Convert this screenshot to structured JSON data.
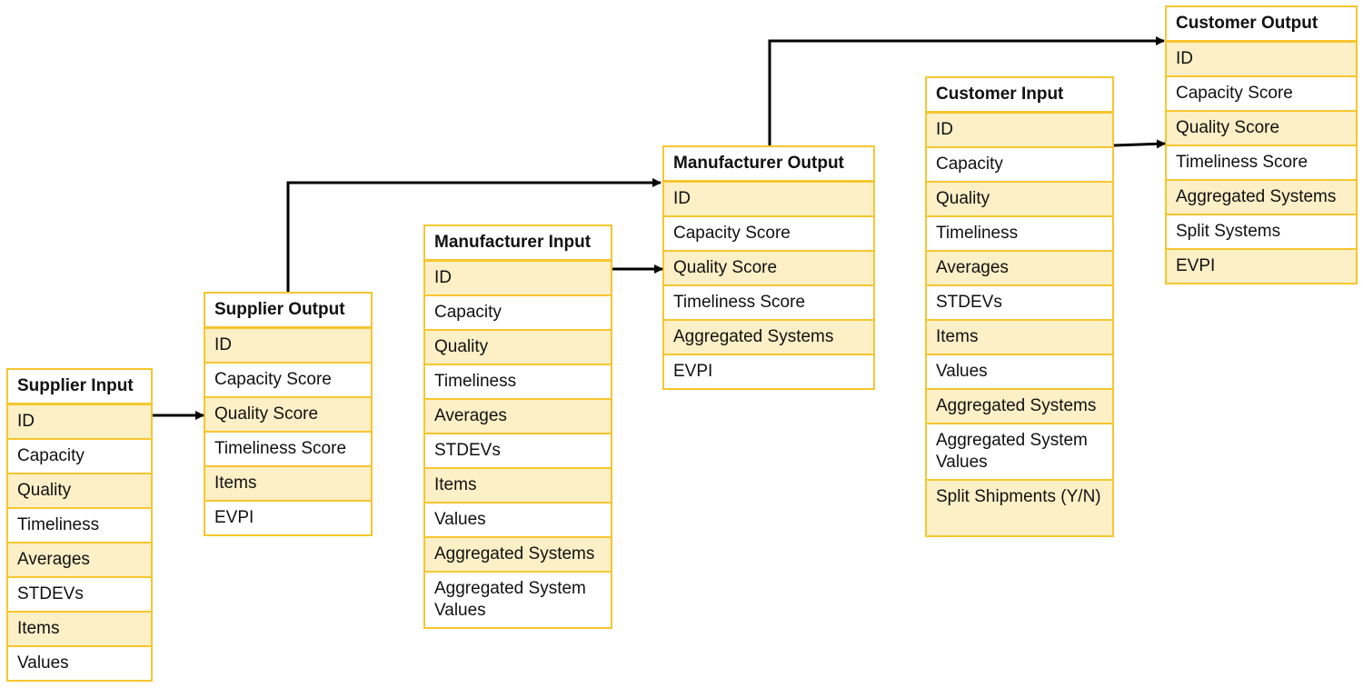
{
  "tables": {
    "supplier_input": {
      "title": "Supplier Input",
      "fields": [
        "ID",
        "Capacity",
        "Quality",
        "Timeliness",
        "Averages",
        "STDEVs",
        "Items",
        "Values"
      ]
    },
    "supplier_output": {
      "title": "Supplier Output",
      "fields": [
        "ID",
        "Capacity Score",
        "Quality Score",
        "Timeliness Score",
        "Items",
        "EVPI"
      ]
    },
    "manufacturer_input": {
      "title": "Manufacturer Input",
      "fields": [
        "ID",
        "Capacity",
        "Quality",
        "Timeliness",
        "Averages",
        "STDEVs",
        "Items",
        "Values",
        "Aggregated Systems",
        "Aggregated System Values"
      ]
    },
    "manufacturer_output": {
      "title": "Manufacturer Output",
      "fields": [
        "ID",
        "Capacity Score",
        "Quality Score",
        "Timeliness Score",
        "Aggregated Systems",
        "EVPI"
      ]
    },
    "customer_input": {
      "title": "Customer Input",
      "fields": [
        "ID",
        "Capacity",
        "Quality",
        "Timeliness",
        "Averages",
        "STDEVs",
        "Items",
        "Values",
        "Aggregated Systems",
        "Aggregated System Values",
        "Split Shipments (Y/N)"
      ]
    },
    "customer_output": {
      "title": "Customer Output",
      "fields": [
        "ID",
        "Capacity Score",
        "Quality Score",
        "Timeliness Score",
        "Aggregated Systems",
        "Split Systems",
        "EVPI"
      ]
    }
  },
  "colors": {
    "border": "#f7c62f",
    "stripe": "#fdefc6",
    "arrow": "#000000"
  }
}
